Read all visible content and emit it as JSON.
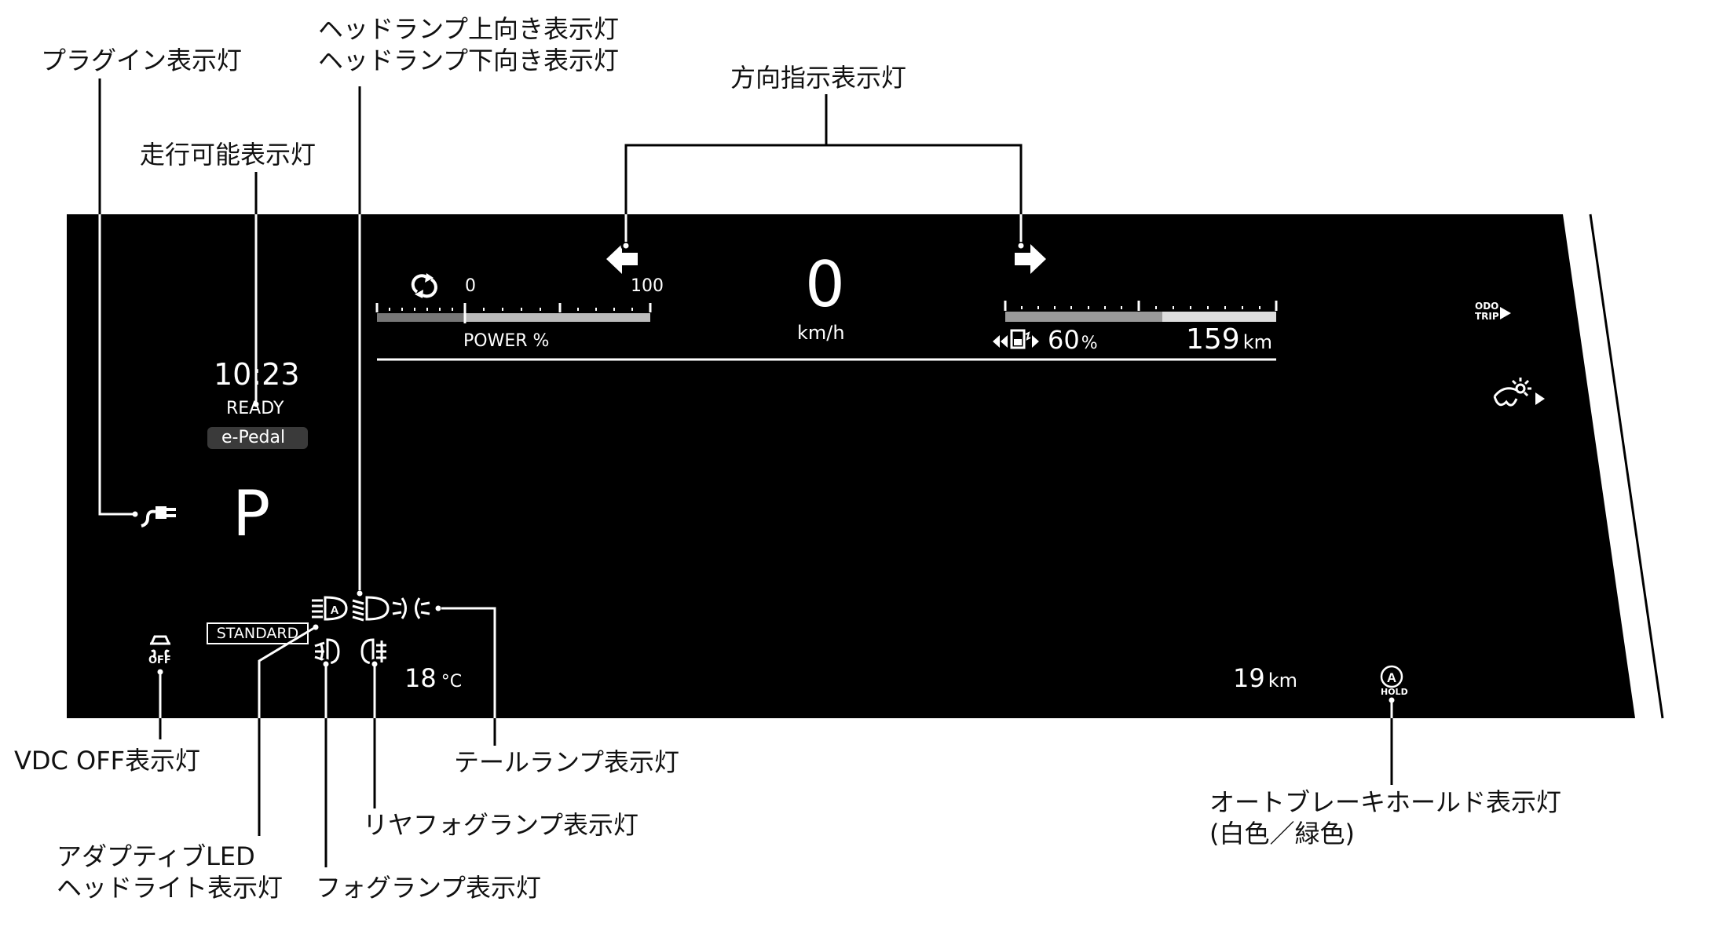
{
  "callouts": {
    "plugin": "プラグイン表示灯",
    "ready_indicator": "走行可能表示灯",
    "headlamp_high": "ヘッドランプ上向き表示灯",
    "headlamp_low": "ヘッドランプ下向き表示灯",
    "turn_signal": "方向指示表示灯",
    "vdc_off": "VDC OFF表示灯",
    "adaptive_led_1": "アダプティブLED",
    "adaptive_led_2": "ヘッドライト表示灯",
    "fog_lamp": "フォグランプ表示灯",
    "rear_fog": "リヤフォグランプ表示灯",
    "tail_lamp": "テールランプ表示灯",
    "auto_brake_hold_1": "オートブレーキホールド表示灯",
    "auto_brake_hold_2": "(白色／緑色)"
  },
  "dashboard": {
    "time": "10:23",
    "ready": "READY",
    "epedal": "e-Pedal",
    "gear": "P",
    "power_min": "0",
    "power_max": "100",
    "power_label": "POWER %",
    "speed": "0",
    "speed_unit": "km/h",
    "battery_percent": "60",
    "percent_sign": "%",
    "range_value": "159",
    "range_unit": "km",
    "standard_label": "STANDARD",
    "temperature": "18",
    "temperature_unit": "°C",
    "trip_value": "19",
    "trip_unit": "km",
    "odo": "ODO",
    "trip": "TRIP",
    "hold": "HOLD",
    "vdc_off_icon_text": "OFF",
    "auto_hold_letter": "A"
  },
  "colors": {
    "dashboard_background": "#000000",
    "foreground": "#ffffff",
    "epedal_badge": "#3a3a3a"
  }
}
